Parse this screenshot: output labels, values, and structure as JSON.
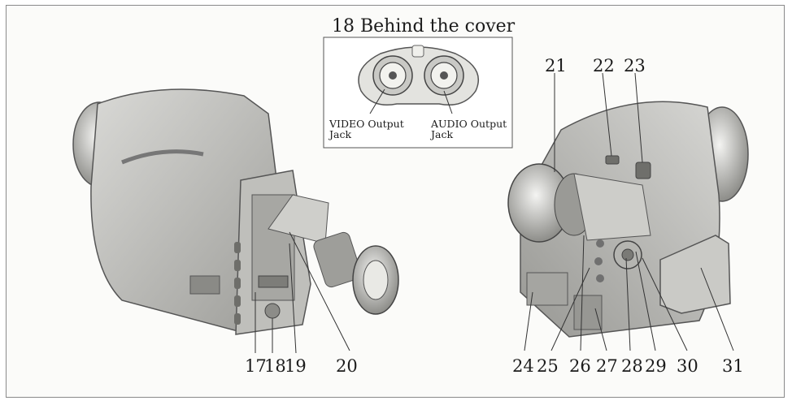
{
  "inset": {
    "title": "18 Behind the cover",
    "video_label_line1": "VIDEO Output",
    "video_label_line2": "Jack",
    "audio_label_line1": "AUDIO Output",
    "audio_label_line2": "Jack"
  },
  "callouts": {
    "n17": "17",
    "n18": "18",
    "n19": "19",
    "n20": "20",
    "n21": "21",
    "n22": "22",
    "n23": "23",
    "n24": "24",
    "n25": "25",
    "n26": "26",
    "n27": "27",
    "n28": "28",
    "n29": "29",
    "n30": "30",
    "n31": "31"
  }
}
